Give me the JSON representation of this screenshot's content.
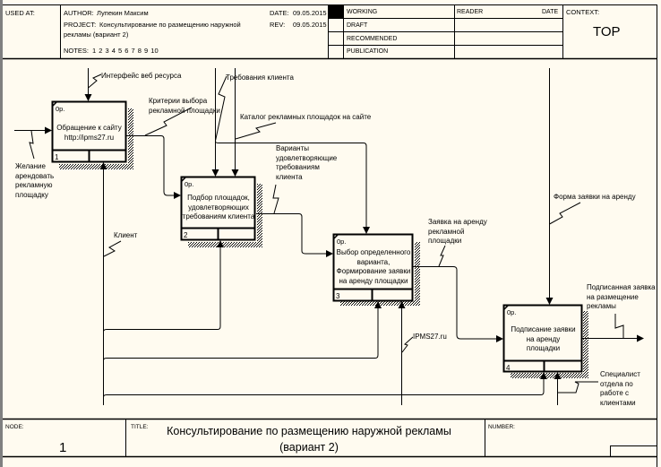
{
  "header": {
    "used_at_label": "USED AT:",
    "author_label": "AUTHOR:",
    "author": "Лупекин Максим",
    "project_label": "PROJECT:",
    "project_line1": "Консультирование по размещению наружной",
    "project_line2": "рекламы (вариант 2)",
    "notes_label": "NOTES:",
    "notes": "1  2  3  4  5  6  7  8  9  10",
    "date_label": "DATE:",
    "date": "09.05.2015",
    "rev_label": "REV:",
    "rev": "09.05.2015",
    "status": [
      {
        "label": "WORKING",
        "checked": true
      },
      {
        "label": "DRAFT",
        "checked": false
      },
      {
        "label": "RECOMMENDED",
        "checked": false
      },
      {
        "label": "PUBLICATION",
        "checked": false
      }
    ],
    "reader_label": "READER",
    "reader_date_label": "DATE",
    "context_label": "CONTEXT:",
    "context_value": "TOP"
  },
  "activities": [
    {
      "num": "1",
      "op": "0р.",
      "text": "Обращение к сайту\nhttp://ipms27.ru"
    },
    {
      "num": "2",
      "op": "0р.",
      "text": "Подбор площадок,\nудовлетворяющих\nтребованиям клиента"
    },
    {
      "num": "3",
      "op": "0р.",
      "text": "Выбор определенного\nварианта,\nФормирование заявки\nна аренду площадки"
    },
    {
      "num": "4",
      "op": "0р.",
      "text": "Подписание заявки\nна аренду\nплощадки"
    }
  ],
  "arrows": {
    "interface": "Интерфейс веб ресурса",
    "criteria": "Критерии выбора\nрекламной площадки",
    "requirements": "Требования клиента",
    "catalog": "Каталог рекламных площадок на сайте",
    "desire": "Желание\nарендовать\nрекламную\nплощадку",
    "variants": "Варианты\nудовлетворяющие\nтребованиям\nклиента",
    "client": "Клиент",
    "request": "Заявка на аренду\nрекламной\nплощадки",
    "form": "Форма заявки на аренду",
    "signed": "Подписанная заявка\nна размещение\nрекламы",
    "ipms": "IPMS27.ru",
    "specialist": "Специалист\nотдела по\nработе с\nклиентами"
  },
  "footer": {
    "node_label": "NODE:",
    "node_value": "1",
    "title_label": "TITLE:",
    "title_line1": "Консультирование по размещению наружной рекламы",
    "title_line2": "(вариант 2)",
    "number_label": "NUMBER:"
  },
  "colors": {
    "background": "#fffbf0",
    "line": "#000000",
    "left_edge": "#808080"
  }
}
